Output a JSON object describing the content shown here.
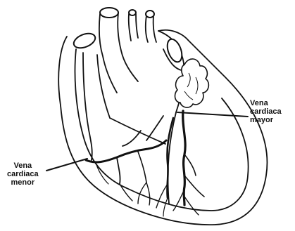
{
  "labels": {
    "vena_cardiaca_mayor": [
      "Vena",
      "cardiaca",
      "mayor"
    ],
    "vena_cardiaca_menor": [
      "Vena",
      "cardiaca",
      "menor"
    ]
  },
  "colors": {
    "ink": "#111111",
    "background": "#ffffff"
  }
}
